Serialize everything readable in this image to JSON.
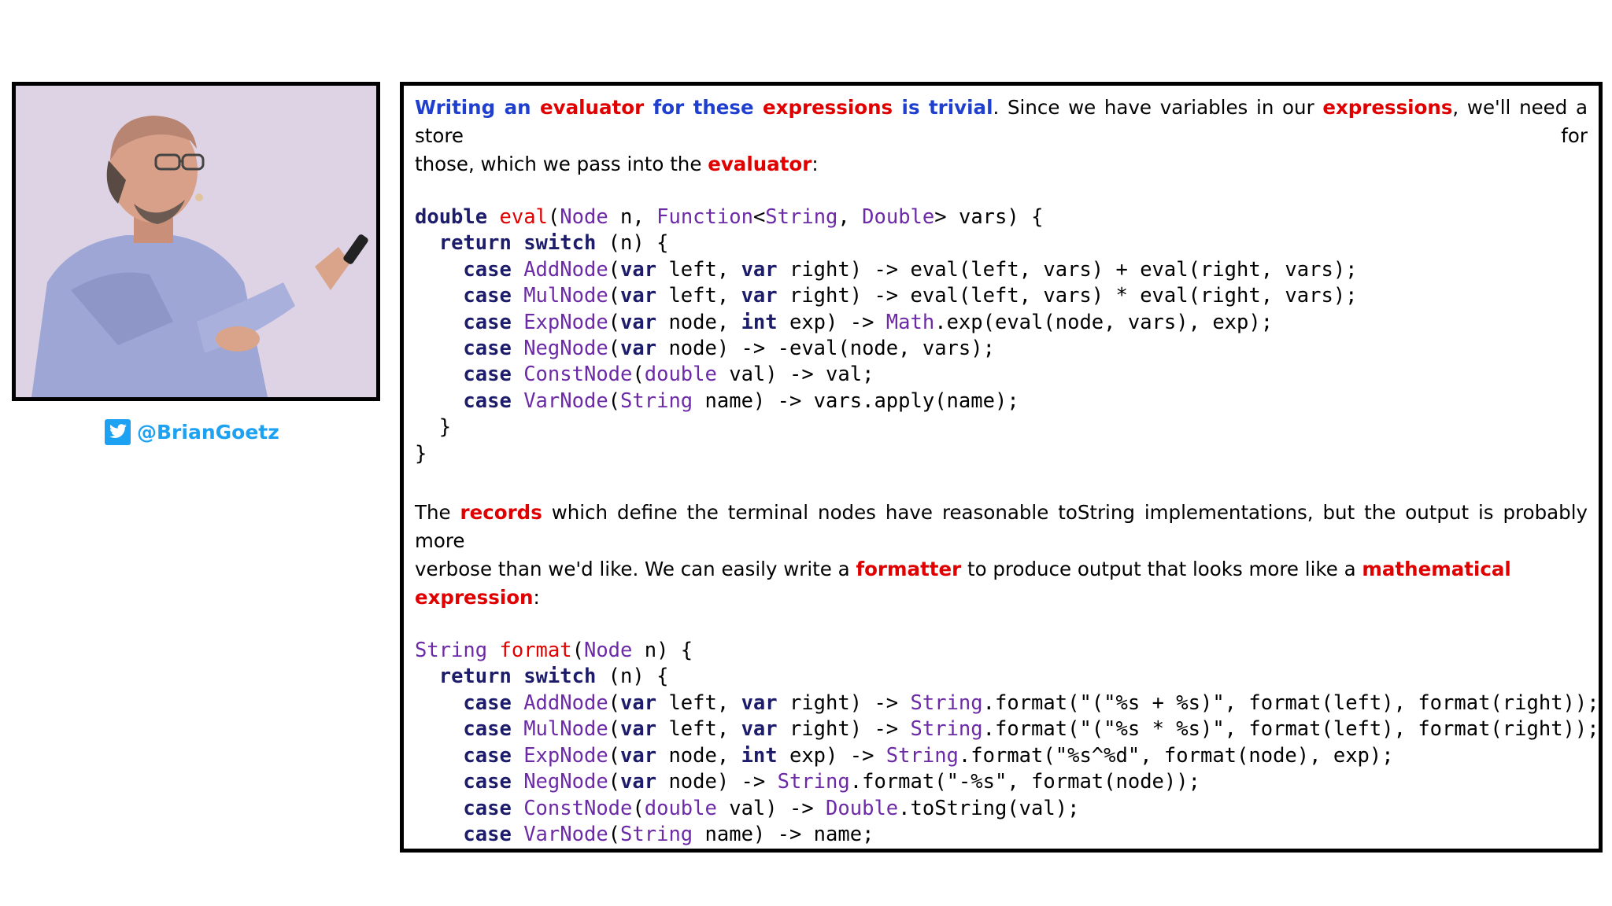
{
  "speaker": {
    "handle": "@BrianGoetz"
  },
  "intro": {
    "s1": "Writing an ",
    "s2": "evaluator",
    "s3": " for these ",
    "s4": "expressions",
    "s5": " is trivial",
    "s6": ". Since we have variables in our ",
    "s7": "expressions",
    "s8": ", we'll need a store for",
    "s9": "those, which we pass into the ",
    "s10": "evaluator",
    "s11": ":"
  },
  "eval_code": {
    "l1": {
      "a": "double",
      "b": " ",
      "c": "eval",
      "d": "(",
      "e": "Node",
      "f": " n, ",
      "g": "Function",
      "h": "<",
      "i": "String",
      "j": ", ",
      "k": "Double",
      "m": "> vars) {"
    },
    "l2": {
      "indent": "  ",
      "a": "return",
      "b": " ",
      "c": "switch",
      "d": " (n) {"
    },
    "l3": {
      "indent": "    ",
      "kw": "case",
      "ty": "AddNode",
      "p1": "(",
      "k2": "var",
      "t1": " left, ",
      "k3": "var",
      "t2": " right) -> eval(left, vars) + eval(right, vars);"
    },
    "l4": {
      "indent": "    ",
      "kw": "case",
      "ty": "MulNode",
      "p1": "(",
      "k2": "var",
      "t1": " left, ",
      "k3": "var",
      "t2": " right) -> eval(left, vars) * eval(right, vars);"
    },
    "l5": {
      "indent": "    ",
      "kw": "case",
      "ty": "ExpNode",
      "p1": "(",
      "k2": "var",
      "t1": " node, ",
      "k3": "int",
      "t2": " exp) -> ",
      "ty2": "Math",
      "t3": ".exp(eval(node, vars), exp);"
    },
    "l6": {
      "indent": "    ",
      "kw": "case",
      "ty": "NegNode",
      "p1": "(",
      "k2": "var",
      "t1": " node) -> -eval(node, vars);"
    },
    "l7": {
      "indent": "    ",
      "kw": "case",
      "ty": "ConstNode",
      "p1": "(",
      "k2": "double",
      "t1": " val) -> val;"
    },
    "l8": {
      "indent": "    ",
      "kw": "case",
      "ty": "VarNode",
      "p1": "(",
      "k2": "String",
      "t1": " name) -> vars.apply(name);"
    },
    "l9": "  }",
    "l10": "}"
  },
  "middle": {
    "s1": "The ",
    "s2": "records",
    "s3": " which define the terminal nodes have reasonable toString implementations, but the output is probably more",
    "s4": "verbose than we'd like. We can easily write a ",
    "s5": "formatter",
    "s6": " to produce output that looks more like a ",
    "s7": "mathematical",
    "s8": "expression",
    "s9": ":"
  },
  "format_code": {
    "l1": {
      "a": "String",
      "b": " ",
      "c": "format",
      "d": "(",
      "e": "Node",
      "f": " n) {"
    },
    "l2": {
      "indent": "  ",
      "a": "return",
      "b": " ",
      "c": "switch",
      "d": " (n) {"
    },
    "l3": {
      "indent": "    ",
      "kw": "case",
      "ty": "AddNode",
      "p1": "(",
      "k2": "var",
      "t1": " left, ",
      "k3": "var",
      "t2": " right) -> ",
      "ty2": "String",
      "t3": ".format(\"(\"%s + %s)\", format(left), format(right));"
    },
    "l4": {
      "indent": "    ",
      "kw": "case",
      "ty": "MulNode",
      "p1": "(",
      "k2": "var",
      "t1": " left, ",
      "k3": "var",
      "t2": " right) -> ",
      "ty2": "String",
      "t3": ".format(\"(\"%s * %s)\", format(left), format(right));"
    },
    "l5": {
      "indent": "    ",
      "kw": "case",
      "ty": "ExpNode",
      "p1": "(",
      "k2": "var",
      "t1": " node, ",
      "k3": "int",
      "t2": " exp) -> ",
      "ty2": "String",
      "t3": ".format(\"%s^%d\", format(node), exp);"
    },
    "l6": {
      "indent": "    ",
      "kw": "case",
      "ty": "NegNode",
      "p1": "(",
      "k2": "var",
      "t1": " node) -> ",
      "ty2": "String",
      "t3": ".format(\"-%s\", format(node));"
    },
    "l7": {
      "indent": "    ",
      "kw": "case",
      "ty": "ConstNode",
      "p1": "(",
      "k2": "double",
      "t1": " val) -> ",
      "ty2": "Double",
      "t3": ".toString(val);"
    },
    "l8": {
      "indent": "    ",
      "kw": "case",
      "ty": "VarNode",
      "p1": "(",
      "k2": "String",
      "t1": " name) -> name;"
    },
    "l9": "  }",
    "l10": "}"
  }
}
